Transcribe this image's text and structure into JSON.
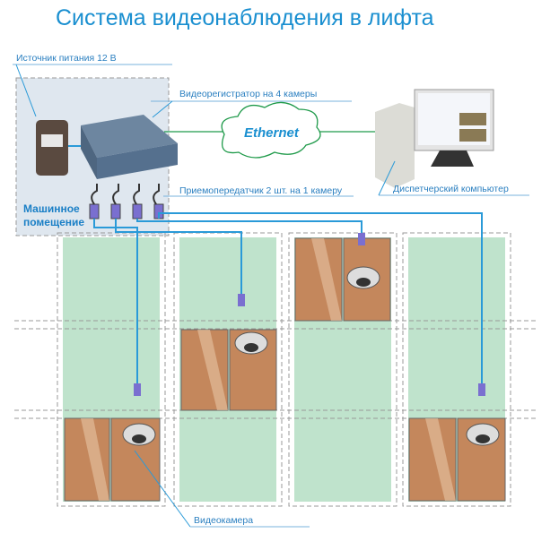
{
  "title": "Система видеонаблюдения в лифта",
  "labels": {
    "power": "Источник питания 12 В",
    "dvr": "Видеорегистратор на 4 камеры",
    "transceiver": "Приемопередатчик 2 шт. на 1 камеру",
    "computer": "Диспетчерский компьютер",
    "room_line1": "Машинное",
    "room_line2": "помещение",
    "network": "Ethernet",
    "camera": "Видеокамера"
  },
  "colors": {
    "accent": "#1a8fd0",
    "shaft": "#bfe3cc",
    "door": "#c4875c",
    "cable": "#2a9ad8",
    "network": "#1f9a4a"
  }
}
